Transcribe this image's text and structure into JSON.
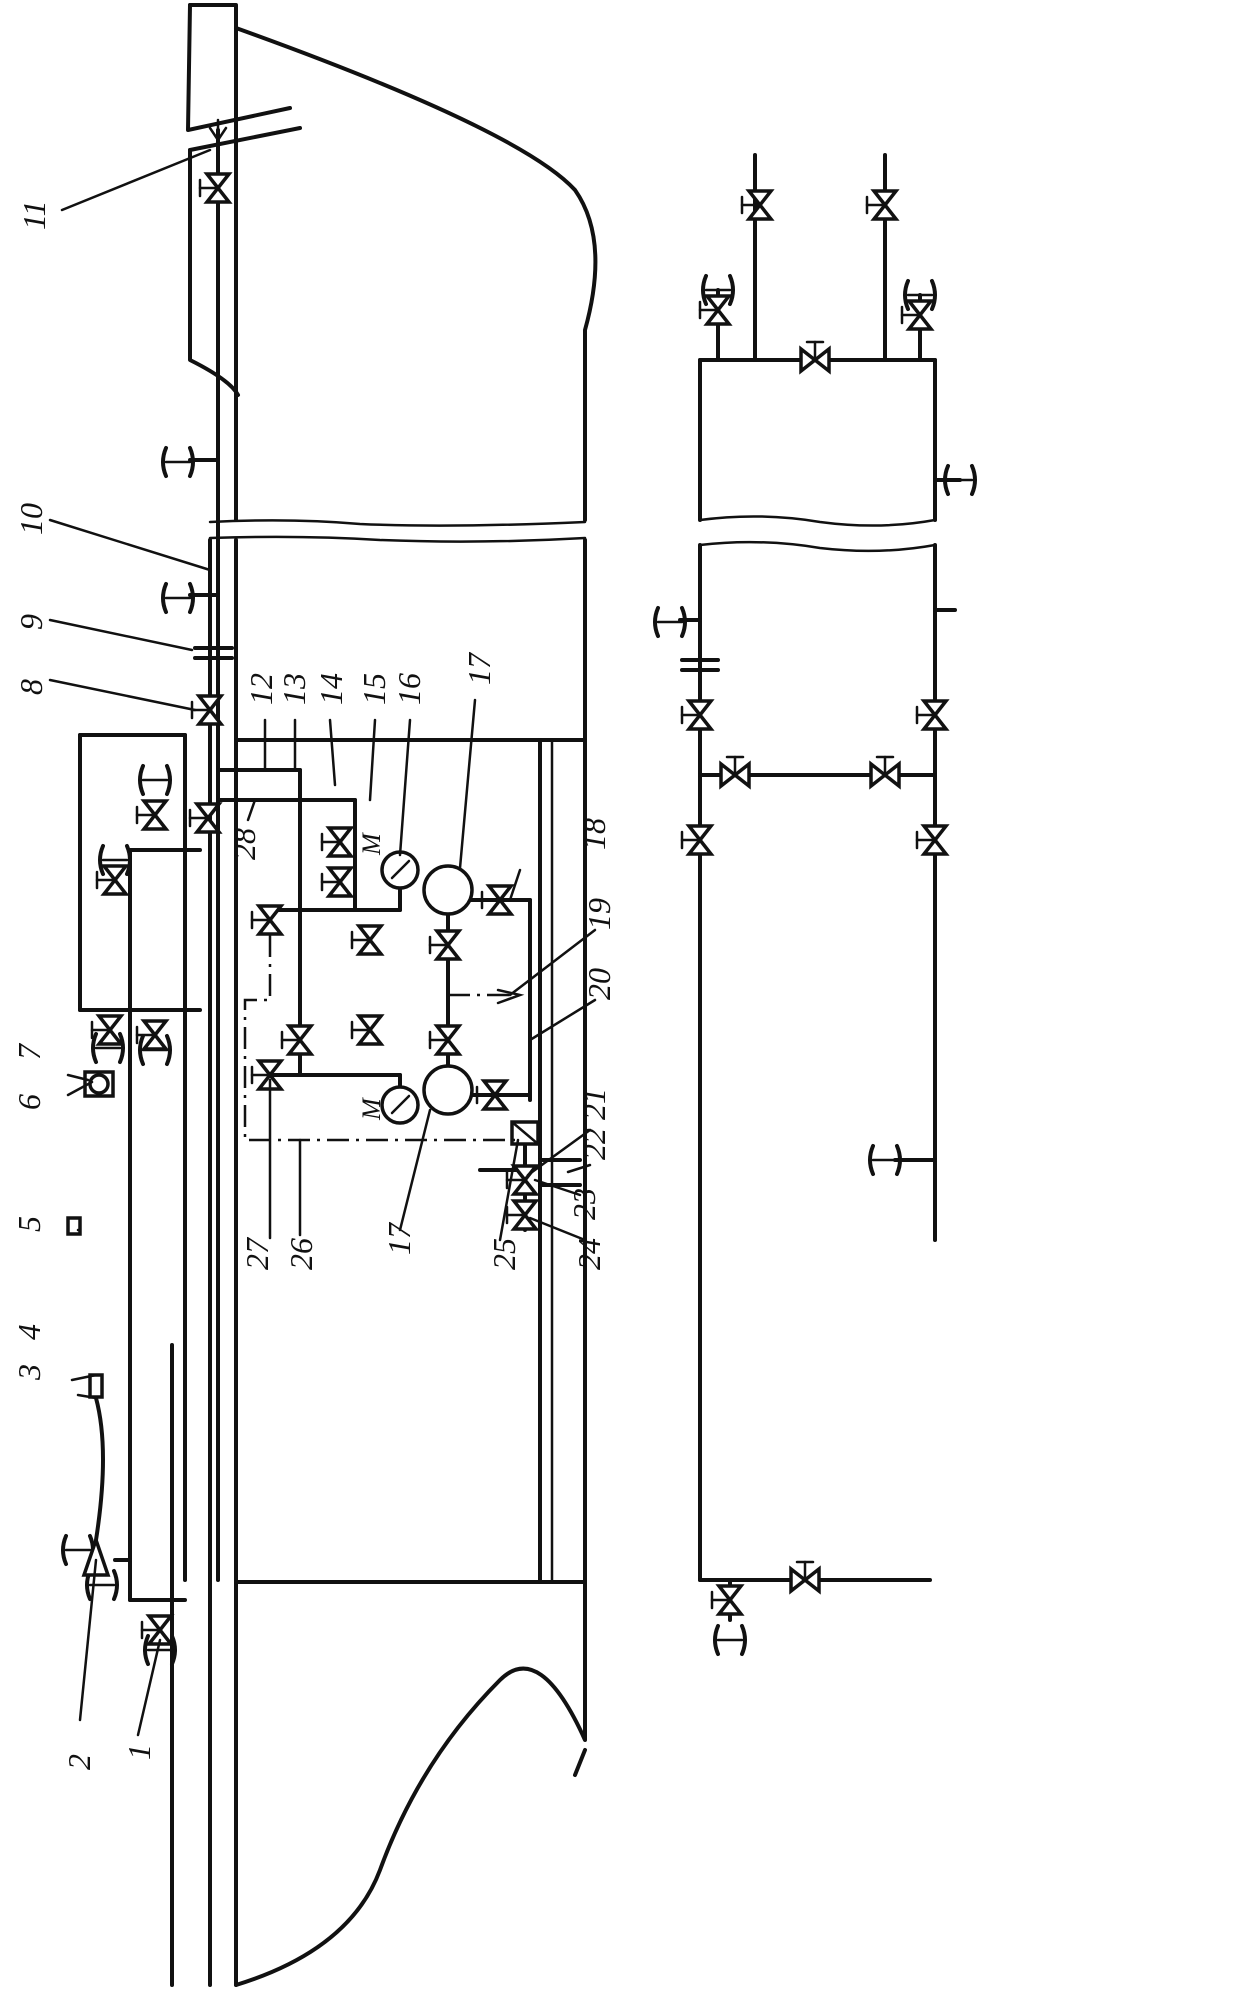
{
  "diagram": {
    "callouts": [
      "1",
      "2",
      "3",
      "4",
      "5",
      "6",
      "7",
      "8",
      "9",
      "10",
      "11",
      "12",
      "13",
      "14",
      "15",
      "16",
      "17",
      "17",
      "18",
      "19",
      "20",
      "21",
      "22",
      "23",
      "24",
      "25",
      "26",
      "27",
      "28"
    ],
    "gauge_letter": "M"
  }
}
